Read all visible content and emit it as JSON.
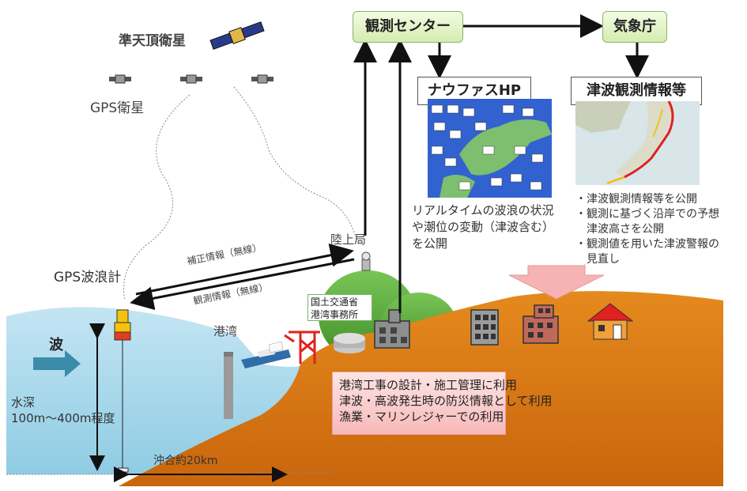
{
  "labels": {
    "quasi_zenith_satellite": "準天頂衛星",
    "gps_satellite": "GPS衛星",
    "gps_wave_gauge": "GPS波浪計",
    "land_station": "陸上局",
    "correction_info": "補正情報（無線）",
    "observation_info": "観測情報（無線）",
    "harbor": "港湾",
    "wave": "波",
    "water_depth_label": "水深",
    "water_depth_value": "100m～400m程度",
    "offshore_distance": "沖合約20km",
    "mlit_office_line1": "国土交通省",
    "mlit_office_line2": "港湾事務所"
  },
  "boxes": {
    "observation_center": "観測センター",
    "jma": "気象庁",
    "nowphas_hp": "ナウファスHP",
    "tsunami_info": "津波観測情報等"
  },
  "nowphas_description": "リアルタイムの波浪の状況や潮位の変動（津波含む）を公開",
  "jma_bullets": [
    "・津波観測情報等を公開",
    "・観測に基づく沿岸での予想",
    "　津波高さを公開",
    "・観測値を用いた津波警報の",
    "　見直し"
  ],
  "uses": [
    "港湾工事の設計・施工管理に利用",
    "津波・高波発生時の防災情報として利用",
    "漁業・マリンレジャーでの利用"
  ],
  "colors": {
    "sea": "#a9d8ec",
    "land": "#e07a10",
    "hill": "#5cae3a",
    "box_green": "#d4ecb0",
    "pink_box": "#f8b9b9",
    "arrow_pink": "#f6b3b3"
  }
}
